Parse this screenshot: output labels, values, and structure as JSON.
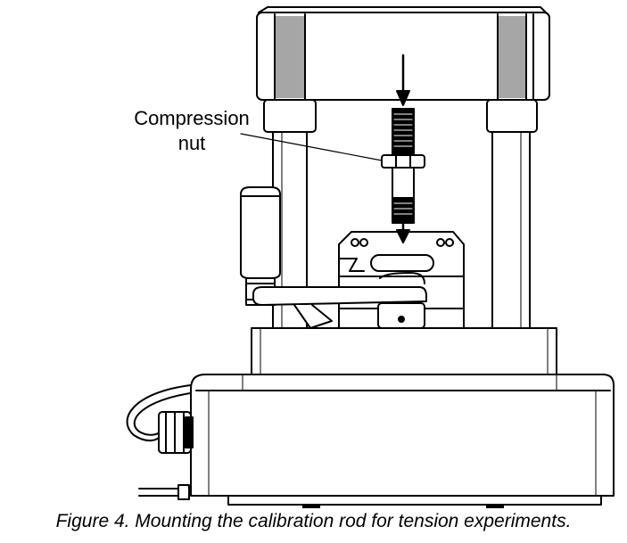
{
  "figure": {
    "callout": {
      "line1": "Compression",
      "line2": "nut"
    },
    "caption": "Figure 4. Mounting the calibration rod for tension experiments.",
    "colors": {
      "stroke": "#000000",
      "fill": "#ffffff",
      "column_shade": "#a6a6a6"
    }
  }
}
